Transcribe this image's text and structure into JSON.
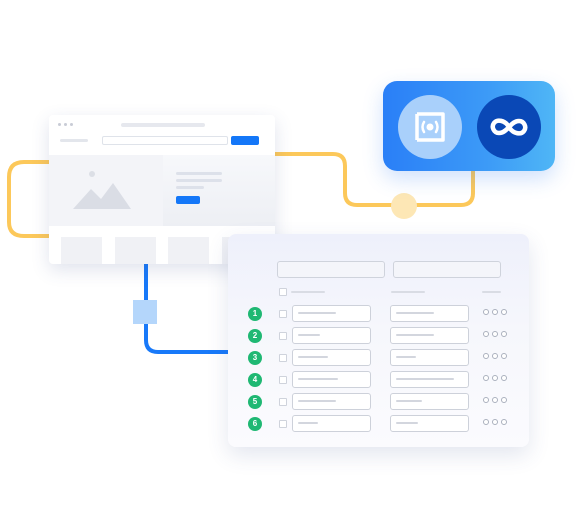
{
  "colors": {
    "accent_blue": "#1477f8",
    "wire_yellow": "#fcc85a",
    "wire_blue": "#1879f9",
    "node_yellow": "#fde7b5",
    "node_blue": "#b4d6fb",
    "row_number_green": "#1fb873",
    "integration_card_gradient": [
      "#2a7ff7",
      "#4fb6f6"
    ],
    "left_icon_circle": "#a9d0fb",
    "right_icon_circle": "#0a48b6"
  },
  "integration_card": {
    "left_icon": "broadcast-camera-icon",
    "right_icon": "infinity-icon"
  },
  "browser_mockup": {
    "hero_icon": "image-placeholder-icon"
  },
  "table": {
    "rows": [
      {
        "number": "1"
      },
      {
        "number": "2"
      },
      {
        "number": "3"
      },
      {
        "number": "4"
      },
      {
        "number": "5"
      },
      {
        "number": "6"
      }
    ],
    "row_action_icon": "three-circles-menu-icon"
  }
}
